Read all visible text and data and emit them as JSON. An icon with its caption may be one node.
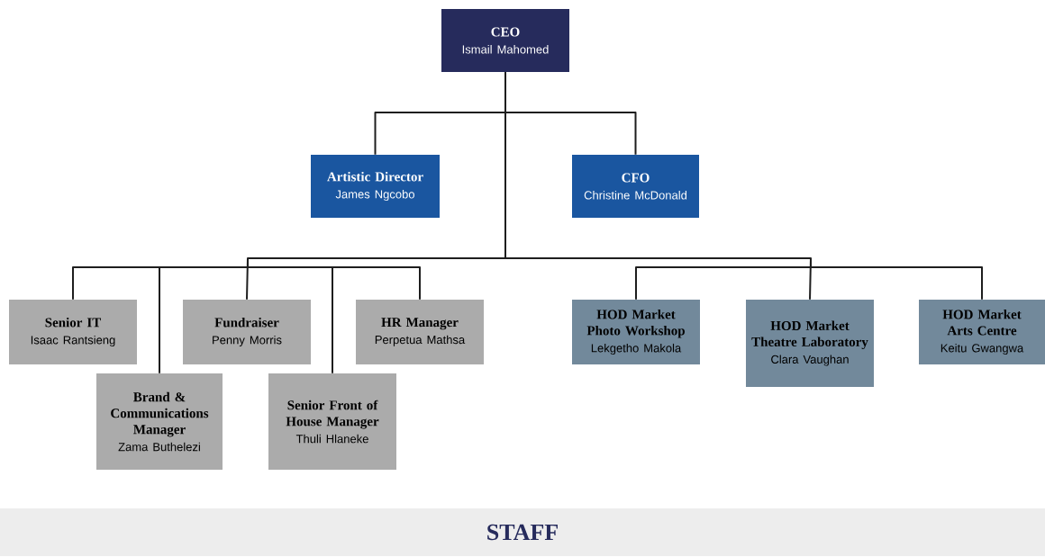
{
  "diagram": {
    "nodes": [
      {
        "text": [
          "CEO",
          "Ismail Mahomed"
        ]
      },
      {
        "text": [
          "Artistic Director",
          "James Ngcobo"
        ]
      },
      {
        "text": [
          "CFO",
          "Christine McDonald"
        ]
      },
      {
        "text": [
          "Senior IT",
          "Isaac Rantsieng"
        ]
      },
      {
        "text": [
          "Fundraiser",
          "Penny Morris"
        ]
      },
      {
        "text": [
          "HR Manager",
          "Perpetua Mathsa"
        ]
      },
      {
        "text": [
          "HOD Market Photo Workshop",
          "Lekgetho Makola"
        ]
      },
      {
        "text": [
          "HOD Market Theatre Laboratory",
          "Clara Vaughan"
        ]
      },
      {
        "text": [
          "HOD Market Arts Centre",
          "Keitu Gwangwa"
        ]
      },
      {
        "text": [
          "Brand & Communications Manager",
          "Zama Buthelezi"
        ]
      },
      {
        "text": [
          "Senior Front of House Manager",
          "Thuli Hlaneke"
        ]
      },
      {
        "text": [
          "STAFF"
        ]
      }
    ],
    "edges": [
      {
        "from": 0,
        "to": 1,
        "arrow": "none"
      },
      {
        "from": 0,
        "to": 2,
        "arrow": "none"
      },
      {
        "from": 0,
        "to": 3,
        "arrow": "none"
      },
      {
        "from": 0,
        "to": 9,
        "arrow": "none"
      },
      {
        "from": 0,
        "to": 4,
        "arrow": "none"
      },
      {
        "from": 0,
        "to": 10,
        "arrow": "none"
      },
      {
        "from": 0,
        "to": 5,
        "arrow": "none"
      },
      {
        "from": 0,
        "to": 6,
        "arrow": "none"
      },
      {
        "from": 0,
        "to": 7,
        "arrow": "none"
      },
      {
        "from": 0,
        "to": 8,
        "arrow": "none"
      }
    ]
  }
}
